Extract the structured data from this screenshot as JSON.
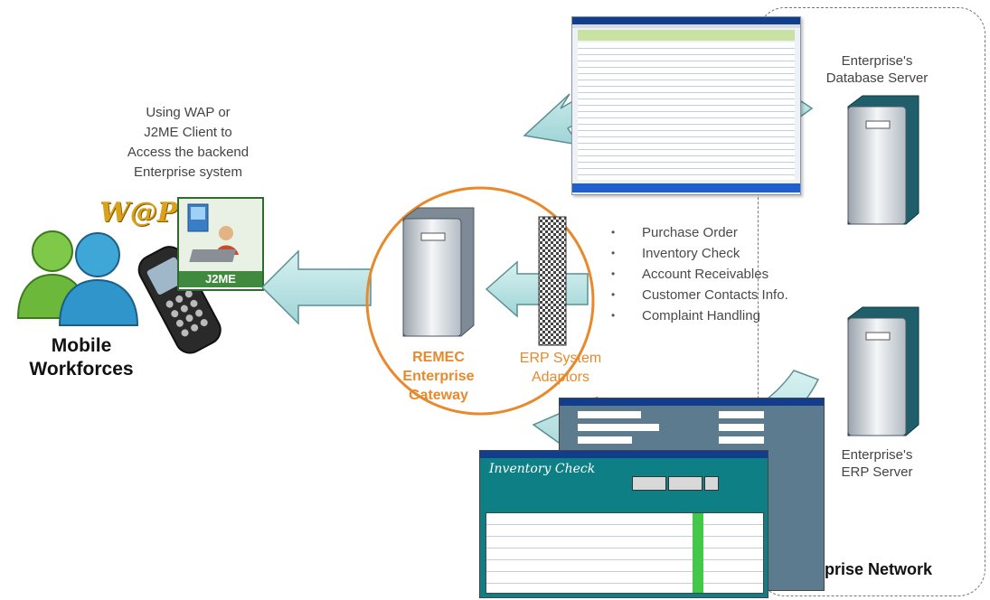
{
  "left_caption": [
    "Using WAP or",
    "J2ME Client to",
    "Access the backend",
    "Enterprise system"
  ],
  "wap_logo_text": "W@P",
  "j2me_label": "J2ME",
  "mobile_label": [
    "Mobile",
    "Workforces"
  ],
  "gateway_label": [
    "REMEC",
    "Enterprise",
    "Gateway"
  ],
  "erp_adaptors_label": [
    "ERP System",
    "Adaptors"
  ],
  "services": [
    "Purchase Order",
    "Inventory Check",
    "Account Receivables",
    "Customer Contacts Info.",
    "Complaint Handling"
  ],
  "db_server_label": [
    "Enterprise's",
    "Database Server"
  ],
  "erp_server_label": [
    "Enterprise's",
    "ERP Server"
  ],
  "network_label": "Enterprise Network",
  "inventory_window_title": "Inventory Check"
}
